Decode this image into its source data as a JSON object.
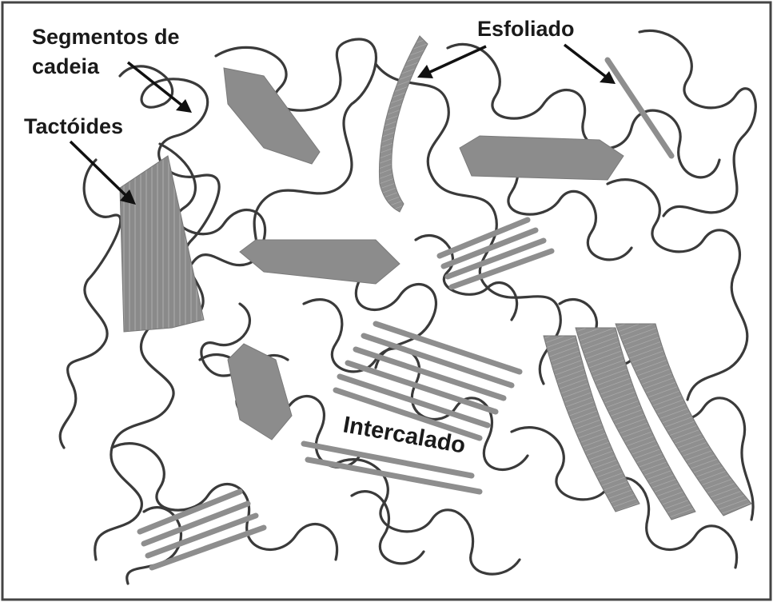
{
  "labels": {
    "segmentos_line1": "Segmentos de",
    "segmentos_line2": "cadeia",
    "esfoliado": "Esfoliado",
    "tactoides": "Tactóides",
    "intercalado": "Intercalado"
  },
  "colors": {
    "frame": "#444444",
    "chains": "#3a3a3a",
    "clay": "#8c8c8c",
    "text": "#1a1a1a"
  }
}
